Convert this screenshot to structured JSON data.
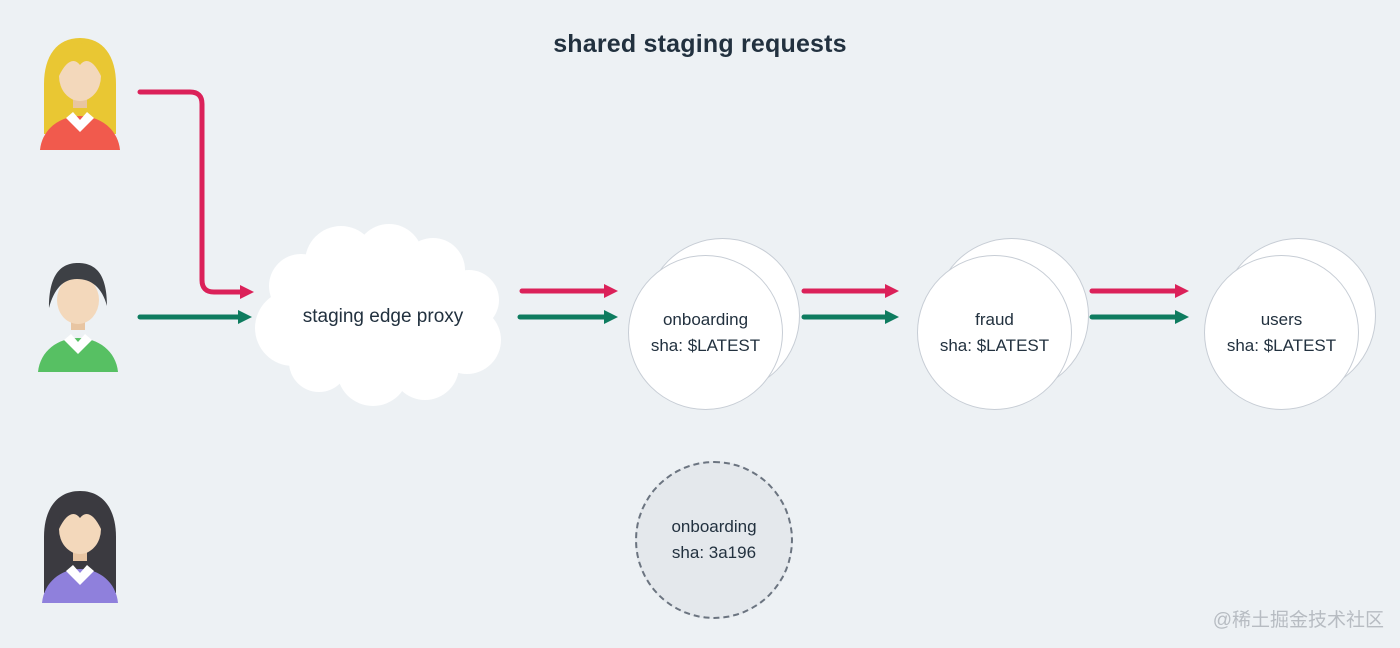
{
  "title": "shared staging requests",
  "watermark": "@稀土掘金技术社区",
  "colors": {
    "background": "#edf1f4",
    "title_text": "#22313f",
    "node_text": "#22313f",
    "latest_request": "#db2159",
    "pinned_request": "#0e7c5f",
    "node_fill": "#ffffff",
    "node_border": "#c7cdd5",
    "pinned_node_fill": "#e4e8ec",
    "pinned_node_border": "#6b7480",
    "cloud_fill": "#ffffff"
  },
  "users": [
    {
      "id": "developer-1",
      "hair": "#e9c733",
      "skin": "#f3d8bb",
      "skin_shadow": "#e8c5a2",
      "shirt": "#f15a4d",
      "collar": "#ffffff"
    },
    {
      "id": "developer-2",
      "hair": "#3d4045",
      "skin": "#f3d8bb",
      "skin_shadow": "#e8c5a2",
      "shirt": "#57c063",
      "collar": "#ffffff"
    },
    {
      "id": "developer-3",
      "hair": "#3b3a40",
      "skin": "#f3d8bb",
      "skin_shadow": "#e8c5a2",
      "shirt": "#8f80dc",
      "collar": "#ffffff"
    }
  ],
  "proxy": {
    "label": "staging edge proxy"
  },
  "services": [
    {
      "name": "onboarding",
      "sha": "sha: $LATEST"
    },
    {
      "name": "fraud",
      "sha": "sha: $LATEST"
    },
    {
      "name": "users",
      "sha": "sha: $LATEST"
    }
  ],
  "pinned_service": {
    "name": "onboarding",
    "sha": "sha: 3a196"
  }
}
